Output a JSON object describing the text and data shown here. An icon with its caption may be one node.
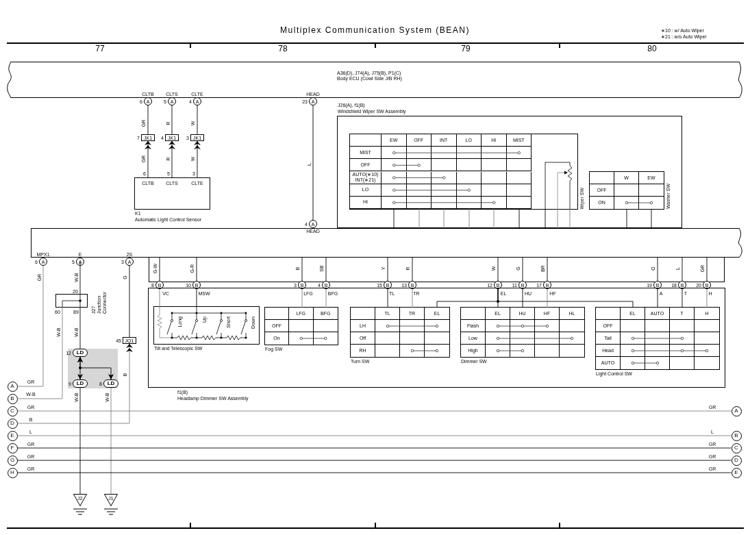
{
  "diagram": {
    "title": "Multiplex Communication System (BEAN)",
    "nodes": [
      {
        "text": [
          "A36(D), J74(A), J75(B), P1(C)",
          "Body ECU (Cowl Side J/B RH)"
        ]
      },
      {
        "text": [
          "A"
        ],
        "beside": [
          "CLTB",
          "6"
        ]
      },
      {
        "text": [
          "A"
        ],
        "beside": [
          "CLTS",
          "5"
        ]
      },
      {
        "text": [
          "A"
        ],
        "beside": [
          "CLTE",
          "4"
        ]
      },
      {
        "text": [
          "A"
        ],
        "beside": [
          "HEAD",
          "23"
        ]
      },
      {
        "text": [
          "JK1"
        ],
        "beside": [
          "7"
        ]
      },
      {
        "text": [
          "JK1"
        ],
        "beside": [
          "4"
        ]
      },
      {
        "text": [
          "JK1"
        ],
        "beside": [
          "3"
        ]
      },
      {
        "text": [
          "CLTB",
          "CLTS",
          "CLTE",
          "K1",
          "Automatic Light Control Sensor"
        ],
        "beside": [
          "6",
          "5",
          "3"
        ]
      },
      {
        "text": [
          "J26(A), f1(B)",
          "Windshield Wiper SW Assembly"
        ]
      },
      {
        "text": [
          "Wiper SW"
        ],
        "in": 9
      },
      {
        "text": [
          "Washer SW"
        ],
        "in": 9
      },
      {
        "text": [],
        "shape": "box"
      },
      {
        "text": [
          "A"
        ],
        "beside": [
          "4",
          "HEAD"
        ]
      },
      {
        "text": [
          "A"
        ],
        "beside": [
          "MPX1",
          "6"
        ]
      },
      {
        "text": [
          "A"
        ],
        "beside": [
          "E",
          "5"
        ]
      },
      {
        "text": [
          "A"
        ],
        "beside": [
          "2S",
          "3"
        ]
      },
      {
        "text": [
          "J27 Junction Connector"
        ],
        "beside": [
          "20",
          "60",
          "89"
        ]
      },
      {
        "text": [
          "JQ1"
        ],
        "beside": [
          "45"
        ]
      },
      {
        "text": [],
        "shape": "box"
      },
      {
        "text": [
          "LD"
        ],
        "beside": [
          "12"
        ],
        "in": 19
      },
      {
        "text": [
          "LD"
        ],
        "beside": [
          "9"
        ],
        "in": 19
      },
      {
        "text": [
          "LD"
        ],
        "beside": [
          "8"
        ],
        "in": 19
      },
      {
        "text": [
          "B"
        ],
        "beside": [
          "8"
        ]
      },
      {
        "text": [
          "B"
        ],
        "beside": [
          "10"
        ]
      },
      {
        "text": [
          "B"
        ],
        "beside": [
          "3"
        ]
      },
      {
        "text": [
          "B"
        ],
        "beside": [
          "4"
        ]
      },
      {
        "text": [
          "B"
        ],
        "beside": [
          "15"
        ]
      },
      {
        "text": [
          "B"
        ],
        "beside": [
          "13"
        ]
      },
      {
        "text": [
          "B"
        ],
        "beside": [
          "12"
        ]
      },
      {
        "text": [
          "B"
        ],
        "beside": [
          "11"
        ]
      },
      {
        "text": [
          "B"
        ],
        "beside": [
          "17"
        ]
      },
      {
        "text": [
          "B"
        ],
        "beside": [
          "19"
        ]
      },
      {
        "text": [
          "B"
        ],
        "beside": [
          "18"
        ]
      },
      {
        "text": [
          "B"
        ],
        "beside": [
          "20"
        ]
      },
      {
        "text": [
          "f1(B)",
          "Headlamp Dimmer SW Assembly"
        ]
      },
      {
        "text": [
          "Long",
          "Up",
          "Short",
          "Down",
          "Tilt and Telescopic SW"
        ],
        "in": 35
      },
      {
        "text": [
          "Fog SW"
        ],
        "in": 35
      },
      {
        "text": [
          "Turn SW"
        ],
        "in": 35
      },
      {
        "text": [
          "Dimmer SW"
        ],
        "in": 35
      },
      {
        "text": [
          "Light Control SW"
        ],
        "in": 35
      },
      {
        "text": [
          "A"
        ]
      },
      {
        "text": [
          "B"
        ]
      },
      {
        "text": [
          "C"
        ]
      },
      {
        "text": [
          "D"
        ]
      },
      {
        "text": [
          "E"
        ]
      },
      {
        "text": [
          "F"
        ]
      },
      {
        "text": [
          "G"
        ]
      },
      {
        "text": [
          "H"
        ]
      },
      {
        "text": [
          "A"
        ]
      },
      {
        "text": [
          "B"
        ]
      },
      {
        "text": [
          "C"
        ]
      },
      {
        "text": [
          "D"
        ]
      },
      {
        "text": [
          "E"
        ]
      },
      {
        "text": [
          "J2"
        ]
      },
      {
        "text": [
          "J1"
        ]
      }
    ],
    "edges": [
      {
        "from": 1,
        "to": 5,
        "arrow": "none",
        "label": "GR"
      },
      {
        "from": 8,
        "to": 5,
        "arrow": "to",
        "label": "GR"
      },
      {
        "from": 2,
        "to": 6,
        "arrow": "none",
        "label": "R"
      },
      {
        "from": 8,
        "to": 6,
        "arrow": "to",
        "label": "R"
      },
      {
        "from": 3,
        "to": 7,
        "arrow": "none",
        "label": "W"
      },
      {
        "from": 8,
        "to": 7,
        "arrow": "to",
        "label": "W"
      },
      {
        "from": 4,
        "to": 13,
        "arrow": "none",
        "label": "L"
      },
      {
        "from": 10,
        "to": 12,
        "arrow": "none"
      },
      {
        "from": 10,
        "to": 12,
        "arrow": "none",
        "color": "#808080"
      },
      {
        "from": 10,
        "to": 12,
        "arrow": "none",
        "color": "#808080"
      },
      {
        "from": 10,
        "to": 12,
        "arrow": "none",
        "color": "#808080"
      },
      {
        "from": 10,
        "to": 12,
        "arrow": "none",
        "color": "#808080"
      },
      {
        "from": 10,
        "to": 12,
        "arrow": "none"
      },
      {
        "from": 10,
        "to": 12,
        "arrow": "none"
      },
      {
        "from": 10,
        "to": 12,
        "arrow": "none",
        "color": "#808080"
      },
      {
        "from": 10,
        "to": 12,
        "arrow": "none",
        "color": "#808080"
      },
      {
        "from": 11,
        "to": 12,
        "arrow": "none"
      },
      {
        "from": 11,
        "to": 12,
        "arrow": "none"
      },
      {
        "from": 12,
        "to": 23,
        "arrow": "none",
        "label": "G-W"
      },
      {
        "from": 12,
        "to": 24,
        "arrow": "none",
        "label": "G-R"
      },
      {
        "from": 12,
        "to": 25,
        "arrow": "none",
        "label": "B"
      },
      {
        "from": 12,
        "to": 26,
        "arrow": "none",
        "label": "SB"
      },
      {
        "from": 12,
        "to": 27,
        "arrow": "none",
        "label": "Y"
      },
      {
        "from": 12,
        "to": 28,
        "arrow": "none",
        "label": "R"
      },
      {
        "from": 12,
        "to": 29,
        "arrow": "none",
        "label": "W"
      },
      {
        "from": 12,
        "to": 30,
        "arrow": "none",
        "label": "G"
      },
      {
        "from": 12,
        "to": 31,
        "arrow": "none",
        "label": "BR"
      },
      {
        "from": 12,
        "to": 32,
        "arrow": "none",
        "label": "O"
      },
      {
        "from": 12,
        "to": 33,
        "arrow": "none",
        "label": "L"
      },
      {
        "from": 12,
        "to": 34,
        "arrow": "none",
        "label": "GR"
      },
      {
        "from": 23,
        "to": 36,
        "arrow": "none",
        "label": "VC",
        "color": "#808080"
      },
      {
        "from": 24,
        "to": 36,
        "arrow": "none",
        "label": "MSW"
      },
      {
        "from": 25,
        "to": 37,
        "arrow": "none",
        "label": "LFG",
        "color": "#808080"
      },
      {
        "from": 26,
        "to": 37,
        "arrow": "none",
        "label": "BFG",
        "color": "#808080"
      },
      {
        "from": 27,
        "to": 38,
        "arrow": "none",
        "label": "TL"
      },
      {
        "from": 28,
        "to": 38,
        "arrow": "none",
        "label": "TR",
        "color": "#808080"
      },
      {
        "from": 29,
        "to": 39,
        "arrow": "none",
        "label": "EL"
      },
      {
        "from": 29,
        "to": 38,
        "arrow": "none"
      },
      {
        "from": 29,
        "to": 40,
        "arrow": "none"
      },
      {
        "from": 30,
        "to": 39,
        "arrow": "none",
        "label": "HU"
      },
      {
        "from": 31,
        "to": 39,
        "arrow": "none",
        "label": "HF",
        "color": "#808080"
      },
      {
        "from": 32,
        "to": 40,
        "arrow": "none",
        "label": "A"
      },
      {
        "from": 33,
        "to": 40,
        "arrow": "none",
        "label": "T"
      },
      {
        "from": 34,
        "to": 40,
        "arrow": "none",
        "label": "H",
        "color": "#808080"
      },
      {
        "from": 14,
        "to": 41,
        "arrow": "none",
        "label": "GR",
        "color": "#808080"
      },
      {
        "from": 15,
        "to": 17,
        "arrow": "none",
        "label": "W-B"
      },
      {
        "from": 17,
        "to": 20,
        "arrow": "none",
        "label": "W-B"
      },
      {
        "from": 17,
        "to": 42,
        "arrow": "none",
        "label": "W-B",
        "color": "#808080"
      },
      {
        "from": 16,
        "to": 18,
        "arrow": "none",
        "label": "G"
      },
      {
        "from": 44,
        "to": 18,
        "arrow": "to",
        "label": "B",
        "color": "#808080"
      },
      {
        "from": 20,
        "to": 21,
        "arrow": "both"
      },
      {
        "from": 20,
        "to": 22,
        "arrow": "both"
      },
      {
        "from": 21,
        "to": 54,
        "arrow": "none",
        "label": "W-B"
      },
      {
        "from": 22,
        "to": 55,
        "arrow": "none",
        "label": "W-B",
        "color": "#808080"
      },
      {
        "from": 43,
        "to": 49,
        "arrow": "none",
        "label": "GR",
        "color": "#808080"
      },
      {
        "from": 45,
        "to": 50,
        "arrow": "none",
        "label": "L",
        "color": "#808080"
      },
      {
        "from": 46,
        "to": 51,
        "arrow": "none",
        "label": "GR"
      },
      {
        "from": 47,
        "to": 52,
        "arrow": "none",
        "label": "GR"
      },
      {
        "from": 48,
        "to": 53,
        "arrow": "none",
        "label": "GR"
      }
    ],
    "labels": [
      "∗10 : w/ Auto Wiper",
      "∗21 : w/o Auto Wiper",
      "77",
      "78",
      "79",
      "80",
      "EW",
      "OFF",
      "INT",
      "LO",
      "HI",
      "MIST",
      "MIST",
      "OFF",
      "AUTO(∗10) INT(∗21)",
      "LO",
      "HI",
      "W",
      "EW",
      "OFF",
      "ON",
      "LFG",
      "BFG",
      "OFF",
      "On",
      "TL",
      "TR",
      "EL",
      "LH",
      "Off",
      "RH",
      "EL",
      "HU",
      "HF",
      "HL",
      "Flash",
      "Low",
      "High",
      "EL",
      "AUTO",
      "T",
      "H",
      "OFF",
      "Tail",
      "Head",
      "AUTO",
      "GR",
      "W-B",
      "B",
      "GR",
      "L",
      "GR",
      "GR",
      "GR"
    ]
  }
}
